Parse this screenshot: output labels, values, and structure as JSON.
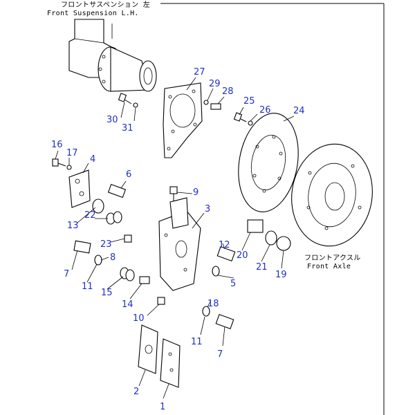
{
  "captions": {
    "suspension_jp": "フロントサスペンション 左",
    "suspension_en": "Front Suspension L.H.",
    "axle_jp": "フロントアクスル",
    "axle_en": "Front Axle"
  },
  "callouts": [
    "1",
    "2",
    "3",
    "4",
    "5",
    "6",
    "7",
    "7",
    "8",
    "9",
    "10",
    "11",
    "11",
    "12",
    "13",
    "14",
    "15",
    "16",
    "17",
    "18",
    "19",
    "20",
    "21",
    "22",
    "23",
    "24",
    "25",
    "26",
    "27",
    "28",
    "29",
    "30",
    "31"
  ],
  "colors": {
    "callout": "#1f2fc8",
    "line": "#000000"
  }
}
